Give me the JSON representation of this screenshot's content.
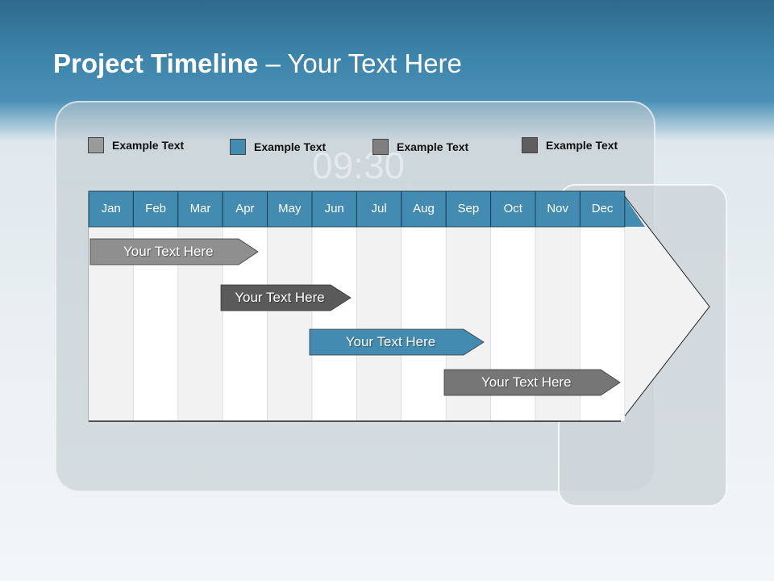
{
  "title": {
    "bold": "Project Timeline",
    "rest": " – Your Text Here"
  },
  "background": {
    "clock": "09:30"
  },
  "legend": [
    {
      "label": "Example Text",
      "color": "#9a9a9a"
    },
    {
      "label": "Example Text",
      "color": "#438bb0"
    },
    {
      "label": "Example Text",
      "color": "#7f7f7f"
    },
    {
      "label": "Example Text",
      "color": "#5e5e5e"
    }
  ],
  "months": [
    "Jan",
    "Feb",
    "Mar",
    "Apr",
    "May",
    "Jun",
    "Jul",
    "Aug",
    "Sep",
    "Oct",
    "Nov",
    "Dec"
  ],
  "colors": {
    "header": "#438bb0",
    "even": "#f2f2f2",
    "odd": "#ffffff"
  },
  "tasks": [
    {
      "label": "Your  Text Here",
      "color": "#8f8f8f",
      "start": "Jan",
      "end": "Apr"
    },
    {
      "label": "Your  Text Here",
      "color": "#5a5a5a",
      "start": "Apr",
      "end": "Jun"
    },
    {
      "label": "Your  Text Here",
      "color": "#438bb0",
      "start": "Jun",
      "end": "Sep"
    },
    {
      "label": "Your  Text Here",
      "color": "#767676",
      "start": "Sep",
      "end": "Dec"
    }
  ]
}
